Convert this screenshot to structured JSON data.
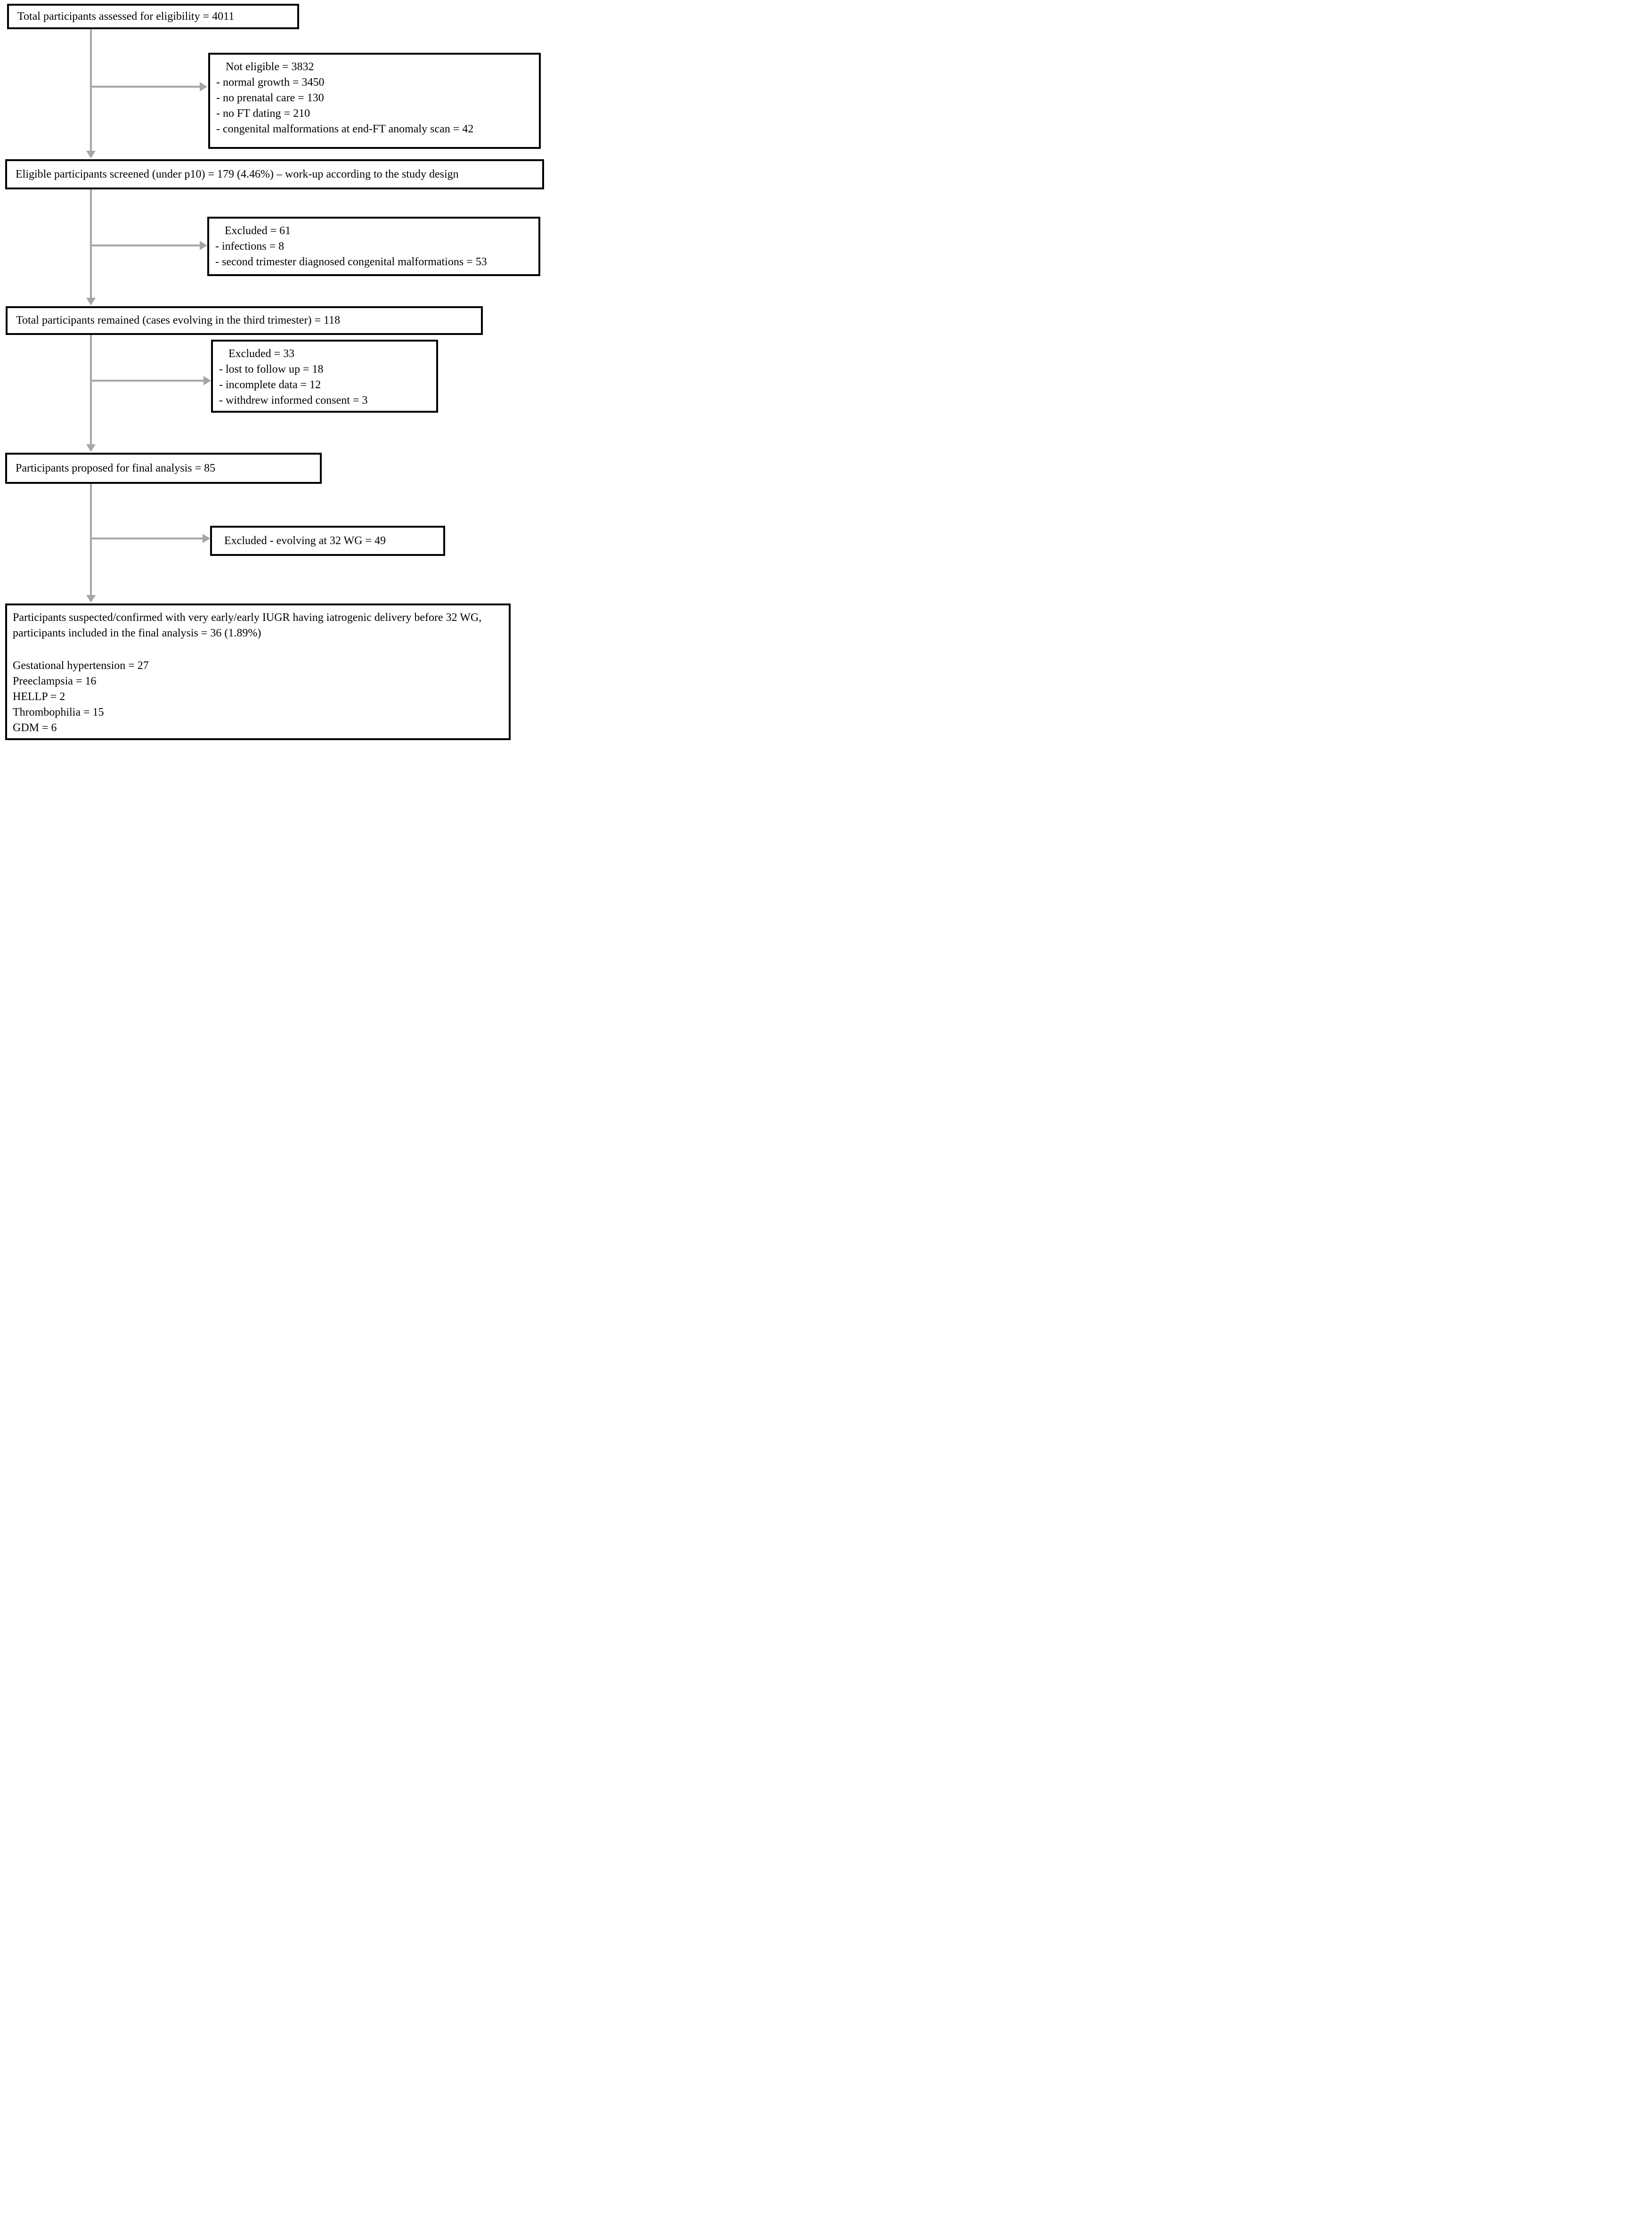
{
  "diagram": {
    "colors": {
      "arrow": "#a6a6a6",
      "border": "#000000",
      "background": "#ffffff"
    },
    "boxes": {
      "total": {
        "text": "Total participants assessed for eligibility = 4011"
      },
      "not_eligible": {
        "lines": [
          "Not eligible = 3832",
          "- normal growth = 3450",
          "- no prenatal care = 130",
          "- no FT dating = 210",
          "- congenital malformations at end-FT anomaly scan = 42"
        ]
      },
      "eligible": {
        "text": "Eligible participants screened (under p10) = 179 (4.46%) – work-up according to the study design"
      },
      "excluded_61": {
        "lines": [
          "Excluded = 61",
          "- infections = 8",
          "- second trimester diagnosed congenital malformations = 53"
        ]
      },
      "remained": {
        "text": "Total participants remained (cases evolving  in the third trimester) = 118"
      },
      "excluded_33": {
        "lines": [
          "Excluded = 33",
          "- lost to follow up = 18",
          "- incomplete data = 12",
          "- withdrew informed consent = 3"
        ]
      },
      "proposed": {
        "text": "Participants proposed for final analysis = 85"
      },
      "excluded_49": {
        "text": "Excluded - evolving at 32 WG = 49"
      },
      "final": {
        "paragraph": "Participants suspected/confirmed with very early/early IUGR having iatrogenic delivery before 32 WG, participants included in the final analysis = 36 (1.89%)",
        "lines": [
          "Gestational hypertension = 27",
          "Preeclampsia = 16",
          "HELLP = 2",
          "Thrombophilia = 15",
          "GDM = 6"
        ]
      }
    }
  }
}
